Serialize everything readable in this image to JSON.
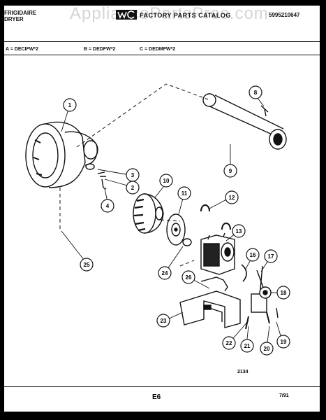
{
  "watermark": "AppliancePartsPros.com",
  "header": {
    "brand_line1": "FRIGIDAIRE",
    "brand_line2": "DRYER",
    "catalog_title": "FACTORY PARTS CATALOG",
    "part_number": "5995210647"
  },
  "models": {
    "a": "A = DECIFW*2",
    "b": "B = DEDFW*2",
    "c": "C = DEDMFW*2"
  },
  "callouts": [
    "1",
    "2",
    "3",
    "4",
    "8",
    "9",
    "10",
    "11",
    "12",
    "13",
    "16",
    "17",
    "18",
    "19",
    "20",
    "21",
    "22",
    "23",
    "24",
    "25",
    "26"
  ],
  "footer": {
    "diagram_code": "2134",
    "page_label": "E6",
    "date": "7/91"
  }
}
